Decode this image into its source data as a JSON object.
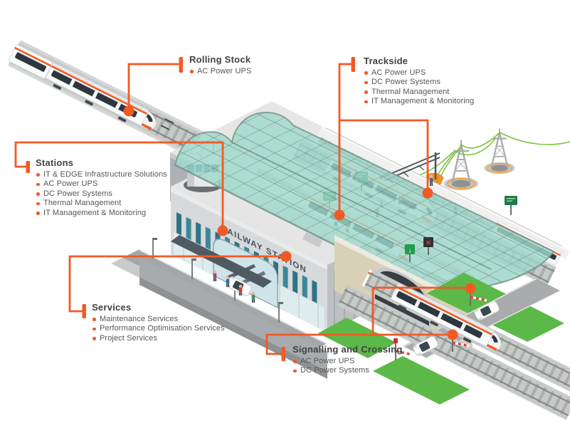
{
  "colors": {
    "accent": "#F15A24",
    "heading_text": "#414042",
    "body_text": "#555658",
    "glass": "#9FD8CB",
    "grass": "#5CB849",
    "tunnel_beige": "#D9D0B8"
  },
  "callouts": {
    "rolling_stock": {
      "title": "Rolling Stock",
      "items": [
        "AC Power UPS"
      ]
    },
    "trackside": {
      "title": "Trackside",
      "items": [
        "AC Power UPS",
        "DC Power Systems",
        "Thermal Management",
        "IT Management & Monitoring"
      ]
    },
    "stations": {
      "title": "Stations",
      "items": [
        "IT & EDGE Infrastructure Solutions",
        "AC Power UPS",
        "DC Power Systems",
        "Thermal Management",
        "IT Management & Monitoring"
      ]
    },
    "services": {
      "title": "Services",
      "items": [
        "Maintenance Services",
        "Performance Optimisation Services",
        "Project Services"
      ]
    },
    "signalling": {
      "title": "Signalling and Crossing",
      "items": [
        "AC Power UPS",
        "DC Power Systems"
      ]
    }
  },
  "illustration": {
    "station_sign": "RAILWAY STATION",
    "signal_down_arrow": "↓",
    "signal_cross": "✕"
  }
}
